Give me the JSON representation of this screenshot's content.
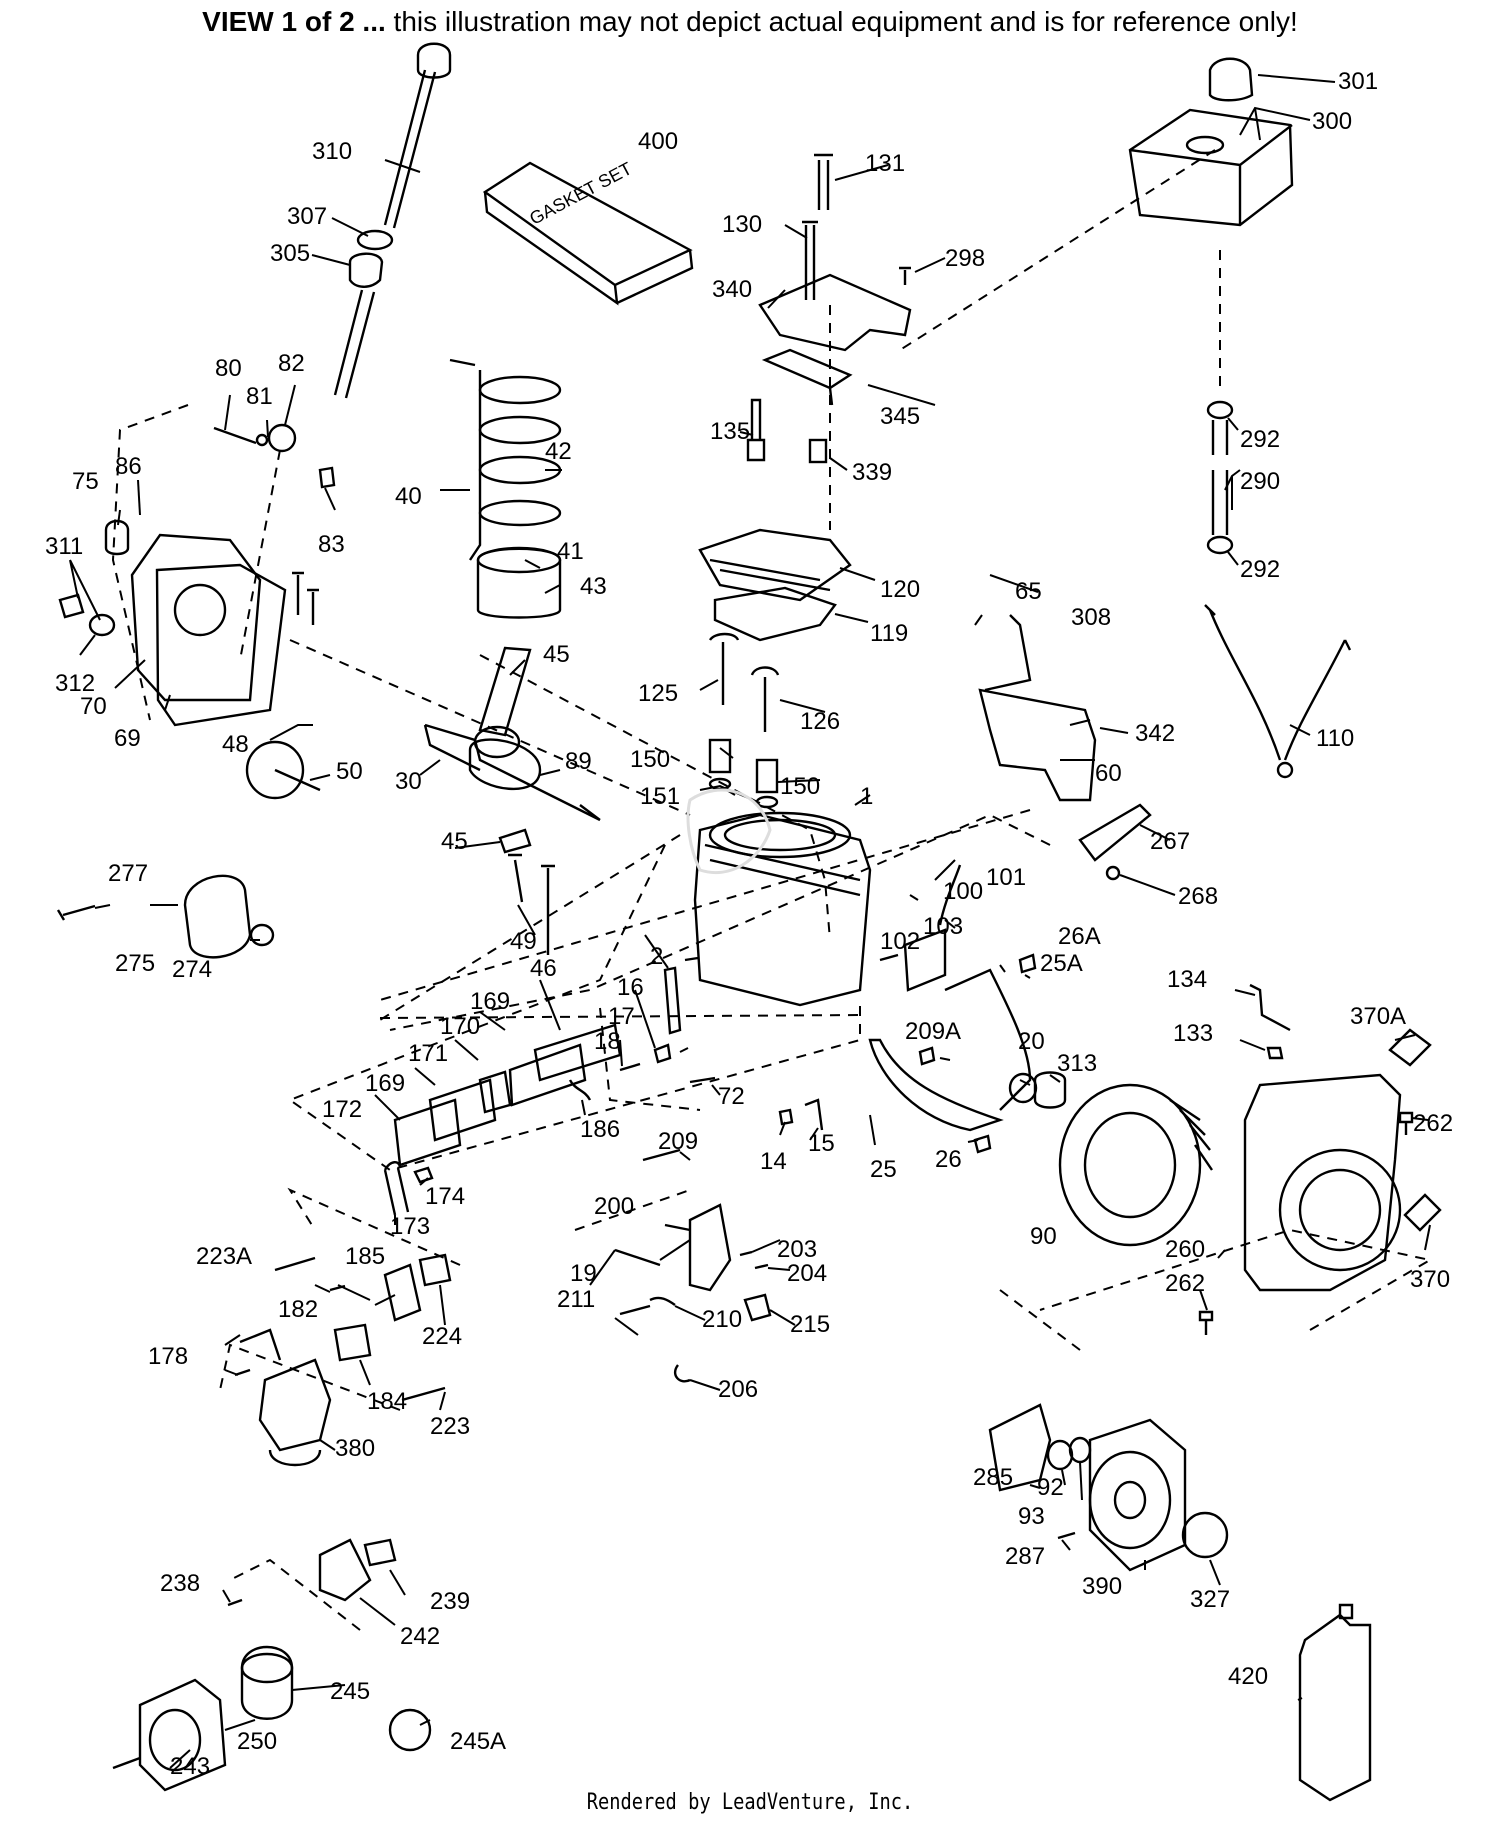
{
  "header": {
    "view": "VIEW 1 of 2 ...",
    "disclaimer": "this illustration may not depict actual equipment and is for reference only!"
  },
  "box_text": "GASKET SET",
  "footer": "Rendered by LeadVenture, Inc.",
  "parts": [
    "1",
    "2",
    "14",
    "15",
    "16",
    "17",
    "18",
    "19",
    "20",
    "25",
    "25A",
    "26",
    "26A",
    "30",
    "40",
    "41",
    "42",
    "43",
    "45",
    "45",
    "46",
    "48",
    "49",
    "50",
    "60",
    "65",
    "69",
    "70",
    "72",
    "75",
    "80",
    "81",
    "82",
    "83",
    "86",
    "89",
    "90",
    "92",
    "93",
    "100",
    "101",
    "102",
    "103",
    "110",
    "119",
    "120",
    "125",
    "126",
    "130",
    "131",
    "133",
    "134",
    "135",
    "150",
    "150",
    "151",
    "169",
    "169",
    "170",
    "171",
    "172",
    "173",
    "174",
    "178",
    "182",
    "184",
    "185",
    "186",
    "200",
    "203",
    "204",
    "206",
    "209",
    "209A",
    "210",
    "211",
    "215",
    "223",
    "223A",
    "224",
    "238",
    "239",
    "242",
    "243",
    "245",
    "245A",
    "250",
    "260",
    "262",
    "262",
    "267",
    "268",
    "274",
    "275",
    "277",
    "285",
    "287",
    "290",
    "292",
    "292",
    "298",
    "300",
    "301",
    "305",
    "307",
    "308",
    "310",
    "311",
    "312",
    "313",
    "327",
    "339",
    "340",
    "342",
    "345",
    "370",
    "370A",
    "380",
    "390",
    "400",
    "420"
  ]
}
